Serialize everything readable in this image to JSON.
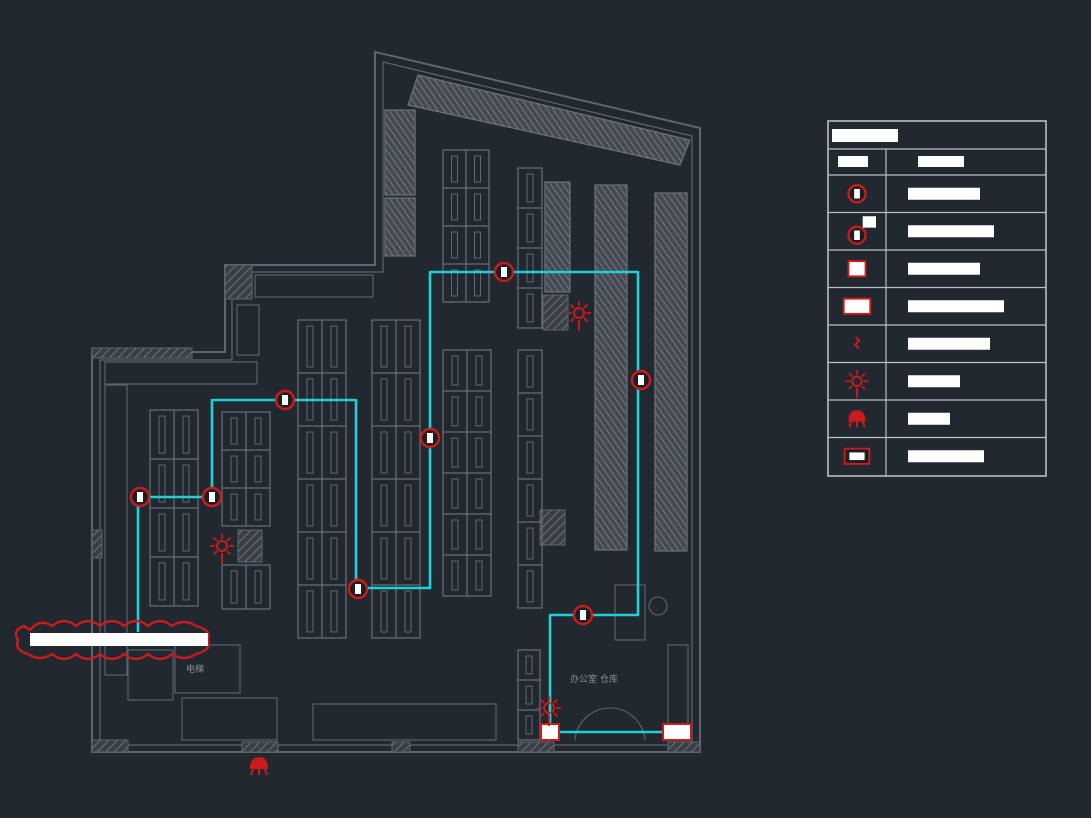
{
  "drawing": {
    "title": "",
    "colors": {
      "background": "#212830",
      "wall": "#5f6671",
      "furniture": "#6b717c",
      "hatch": "#7a7f88",
      "device": "#cc1b1b",
      "device_fill": "#ffffff",
      "route": "#1fd0d6",
      "legend": "#b9bec6"
    },
    "labels": [
      {
        "id": "lift",
        "text": "电梯"
      },
      {
        "id": "office",
        "text": "办公室 仓库"
      }
    ],
    "devices": [
      {
        "id": "smoke-1",
        "icon": "smoke-detector-icon"
      },
      {
        "id": "smoke-2",
        "icon": "smoke-detector-icon"
      },
      {
        "id": "smoke-3",
        "icon": "smoke-detector-icon"
      },
      {
        "id": "smoke-4",
        "icon": "smoke-detector-icon"
      },
      {
        "id": "smoke-5",
        "icon": "smoke-detector-icon"
      },
      {
        "id": "smoke-6",
        "icon": "smoke-detector-icon"
      },
      {
        "id": "smoke-7",
        "icon": "smoke-detector-icon"
      },
      {
        "id": "smoke-8",
        "icon": "smoke-detector-icon"
      },
      {
        "id": "module-1",
        "icon": "module-icon"
      },
      {
        "id": "panel-1",
        "icon": "panel-icon"
      },
      {
        "id": "strobe-1",
        "icon": "strobe-icon"
      },
      {
        "id": "strobe-2",
        "icon": "strobe-icon"
      },
      {
        "id": "strobe-3",
        "icon": "strobe-icon"
      },
      {
        "id": "bell-1",
        "icon": "bell-icon"
      }
    ],
    "revision_cloud": {
      "text": ""
    }
  },
  "legend": {
    "title": "",
    "header": [
      "",
      ""
    ],
    "rows": [
      {
        "icon": "smoke-detector-icon",
        "text": ""
      },
      {
        "icon": "heat-detector-icon",
        "text": ""
      },
      {
        "icon": "module-icon",
        "text": ""
      },
      {
        "icon": "panel-icon",
        "text": ""
      },
      {
        "icon": "cable-icon",
        "text": ""
      },
      {
        "icon": "strobe-icon",
        "text": ""
      },
      {
        "icon": "bell-icon",
        "text": ""
      },
      {
        "icon": "controller-icon",
        "text": ""
      }
    ]
  }
}
